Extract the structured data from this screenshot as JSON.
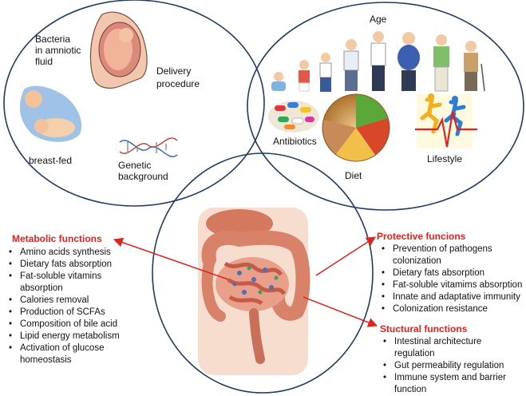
{
  "early_life": {
    "amniotic": [
      "Bacteria",
      "in amniotic",
      "fluid"
    ],
    "delivery": [
      "Delivery",
      "procedure"
    ],
    "breast_fed": "breast-fed",
    "genetic": [
      "Genetic",
      "background"
    ]
  },
  "later_life": {
    "age": "Age",
    "antibiotics": "Antibiotics",
    "diet": "Diet",
    "lifestyle": "Lifestyle"
  },
  "metabolic": {
    "title": "Metabolic functions",
    "items": [
      "Amino acids  synthesis",
      "Dietary fats absorption",
      [
        "Fat-soluble vitamins",
        "absorption"
      ],
      "Calories removal",
      "Production of SCFAs",
      "Composition of bile acid",
      "Lipid energy metabolism",
      [
        "Activation of glucose",
        "homeostasis"
      ]
    ]
  },
  "protective": {
    "title": "Protective funcions",
    "items": [
      [
        "Prevention of pathogens",
        "colonization"
      ],
      "Dietary fats absorption",
      "Fat-soluble vitamims absorption",
      "Innate and adaptative immunity",
      "Colonization resistance"
    ]
  },
  "structural": {
    "title": "Stuctural functions",
    "items": [
      [
        "Intestinal architecture",
        "regulation"
      ],
      "Gut permeability  regulation",
      [
        "Immune system and barrier",
        "function"
      ]
    ]
  },
  "colors": {
    "heading": "#e0231e",
    "arrow": "#e0231e",
    "circle": "#1f3b63"
  }
}
